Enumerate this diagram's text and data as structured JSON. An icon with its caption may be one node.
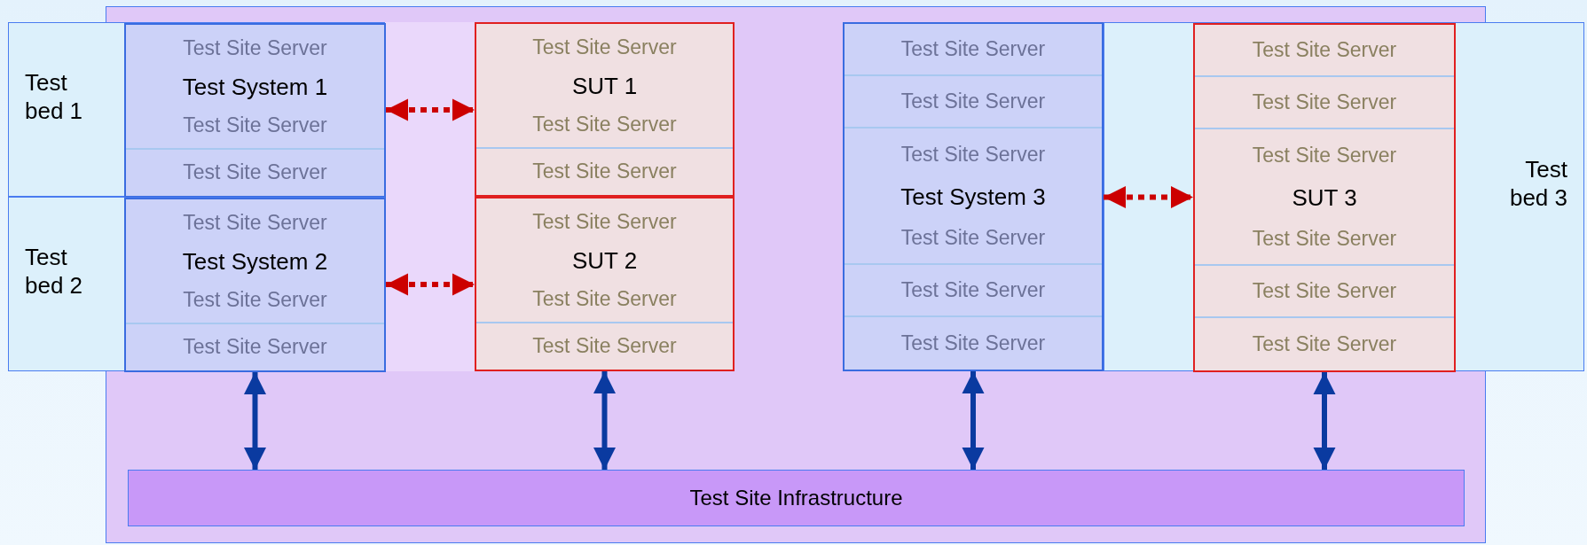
{
  "diagram": {
    "nodes": [
      {
        "text": [
          "Test bed 1"
        ]
      },
      {
        "text": [
          "Test System 1"
        ],
        "in": 0
      },
      {
        "text": [
          "Test Site Server"
        ],
        "in": 1
      },
      {
        "text": [
          "Test Site Server"
        ],
        "in": 1
      },
      {
        "text": [
          "Test Site Server"
        ],
        "in": 1
      },
      {
        "text": [
          "SUT 1"
        ]
      },
      {
        "text": [
          "Test Site Server"
        ],
        "in": 5
      },
      {
        "text": [
          "Test Site Server"
        ],
        "in": 5
      },
      {
        "text": [
          "Test Site Server"
        ],
        "in": 5
      },
      {
        "text": [
          "Test bed 2"
        ]
      },
      {
        "text": [
          "Test System 2"
        ],
        "in": 9
      },
      {
        "text": [
          "Test Site Server"
        ],
        "in": 10
      },
      {
        "text": [
          "Test Site Server"
        ],
        "in": 10
      },
      {
        "text": [
          "Test Site Server"
        ],
        "in": 10
      },
      {
        "text": [
          "SUT 2"
        ]
      },
      {
        "text": [
          "Test Site Server"
        ],
        "in": 14
      },
      {
        "text": [
          "Test Site Server"
        ],
        "in": 14
      },
      {
        "text": [
          "Test Site Server"
        ],
        "in": 14
      },
      {
        "text": [
          "Test System 3"
        ]
      },
      {
        "text": [
          "Test Site Server"
        ],
        "in": 18
      },
      {
        "text": [
          "Test Site Server"
        ],
        "in": 18
      },
      {
        "text": [
          "Test Site Server"
        ],
        "in": 18
      },
      {
        "text": [
          "Test Site Server"
        ],
        "in": 18
      },
      {
        "text": [
          "Test Site Server"
        ],
        "in": 18
      },
      {
        "text": [
          "Test Site Server"
        ],
        "in": 18
      },
      {
        "text": [
          "Test bed 3"
        ]
      },
      {
        "text": [
          "SUT 3"
        ],
        "in": 25
      },
      {
        "text": [
          "Test Site Server"
        ],
        "in": 26
      },
      {
        "text": [
          "Test Site Server"
        ],
        "in": 26
      },
      {
        "text": [
          "Test Site Server"
        ],
        "in": 26
      },
      {
        "text": [
          "Test Site Server"
        ],
        "in": 26
      },
      {
        "text": [
          "Test Site Server"
        ],
        "in": 26
      },
      {
        "text": [
          "Test Site Server"
        ],
        "in": 26
      },
      {
        "text": [
          "Test Site Infrastructure"
        ]
      }
    ],
    "edges": [
      {
        "from": 1,
        "to": 5,
        "arrow": "both",
        "style": "dashed",
        "color": "#cc0000"
      },
      {
        "from": 10,
        "to": 14,
        "arrow": "both",
        "style": "dashed",
        "color": "#cc0000"
      },
      {
        "from": 18,
        "to": 26,
        "arrow": "both",
        "style": "dashed",
        "color": "#cc0000"
      },
      {
        "from": 10,
        "to": 33,
        "arrow": "both"
      },
      {
        "from": 14,
        "to": 33,
        "arrow": "both"
      },
      {
        "from": 18,
        "to": 33,
        "arrow": "both"
      },
      {
        "from": 26,
        "to": 33,
        "arrow": "both"
      }
    ]
  }
}
